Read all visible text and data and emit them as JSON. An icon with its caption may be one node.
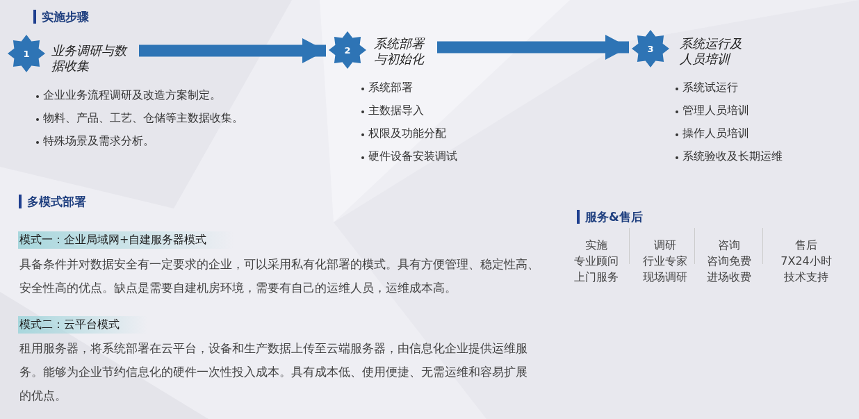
{
  "diagram": {
    "nodes": [
      {
        "text": [
          "1"
        ],
        "beside": [
          "业务调研与数据收集"
        ]
      },
      {
        "text": [
          "2"
        ],
        "beside": [
          "系统部署与初始化"
        ]
      },
      {
        "text": [
          "3"
        ],
        "beside": [
          "系统运行及人员培训"
        ]
      }
    ],
    "edges": [
      {
        "from": 0,
        "to": 1,
        "arrow": "to"
      },
      {
        "from": 1,
        "to": 2,
        "arrow": "to"
      }
    ],
    "labels": [
      "实施步骤",
      "企业业务流程调研及改造方案制定。",
      "物料、产品、工艺、仓储等主数据收集。",
      "特殊场景及需求分析。",
      "系统部署",
      "主数据导入",
      "权限及功能分配",
      "硬件设备安装调试",
      "系统试运行",
      "管理人员培训",
      "操作人员培训",
      "系统验收及长期运维",
      "多模式部署",
      "模式一：企业局域网+自建服务器模式",
      "具备条件并对数据安全有一定要求的企业，可以采用私有化部署的模式。具有方便管理、稳定性高、安全性高的优点。缺点是需要自建机房环境，需要有自己的运维人员，运维成本高。",
      "模式二：云平台模式",
      "租用服务器，将系统部署在云平台，设备和生产数据上传至云端服务器，由信息化企业提供运维服务。能够为企业节约信息化的硬件一次性投入成本。具有成本低、使用便捷、无需运维和容易扩展的优点。",
      "服务&售后",
      "实施",
      "调研",
      "咨询",
      "售后",
      "专业顾问",
      "行业专家",
      "咨询免费",
      "7X24小时",
      "上门服务",
      "现场调研",
      "进场收费",
      "技术支持"
    ]
  }
}
